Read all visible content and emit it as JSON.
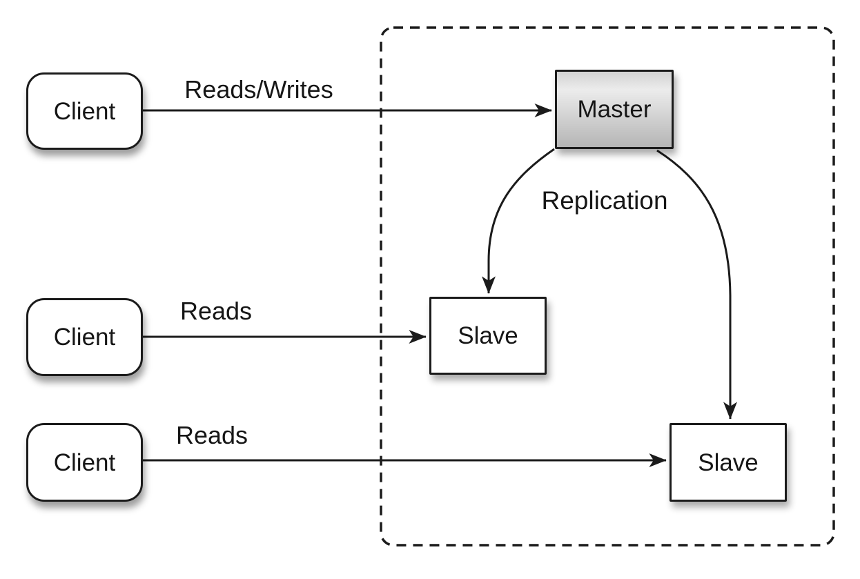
{
  "nodes": {
    "client1": {
      "label": "Client"
    },
    "client2": {
      "label": "Client"
    },
    "client3": {
      "label": "Client"
    },
    "master": {
      "label": "Master"
    },
    "slave1": {
      "label": "Slave"
    },
    "slave2": {
      "label": "Slave"
    }
  },
  "edges": {
    "client1_to_master": {
      "label": "Reads/Writes"
    },
    "client2_to_slave1": {
      "label": "Reads"
    },
    "client3_to_slave2": {
      "label": "Reads"
    },
    "master_to_slaves": {
      "label": "Replication"
    }
  },
  "colors": {
    "background": "#ffffff",
    "stroke": "#1b1b1b",
    "text": "#161616",
    "node_fill": "#ffffff",
    "master_top": "#d2d2d2",
    "master_mid": "#ececec",
    "master_bottom": "#b5b5b5"
  }
}
